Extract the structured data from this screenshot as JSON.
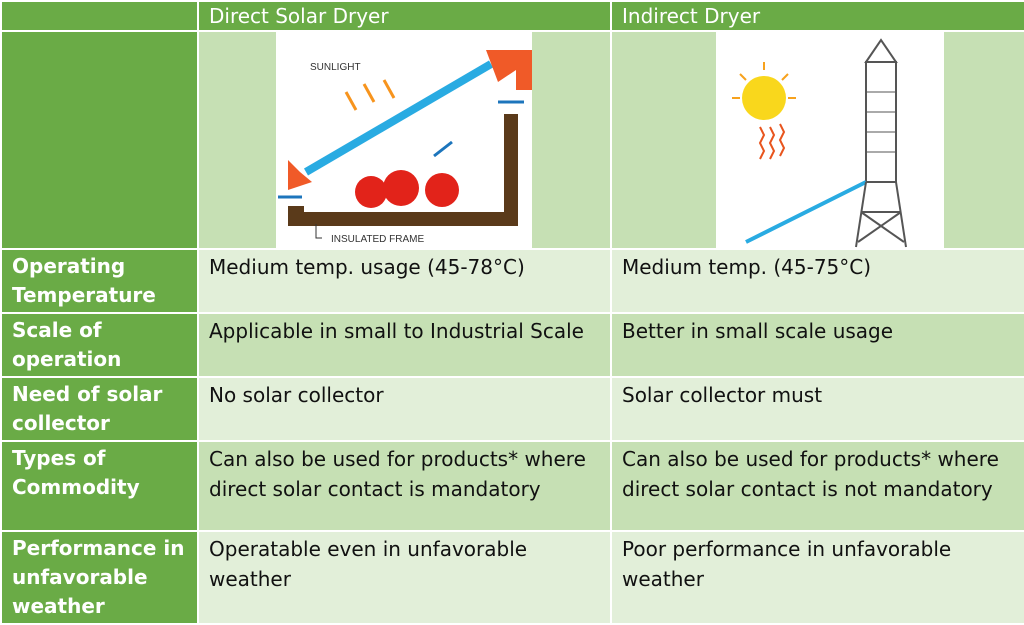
{
  "header": {
    "col1": "",
    "col2": "Direct Solar Dryer",
    "col3": "Indirect Dryer"
  },
  "images": {
    "direct": {
      "label_top": "SUNLIGHT",
      "label_bottom": "INSULATED FRAME"
    }
  },
  "rows": [
    {
      "label": "Operating Temperature",
      "direct": "Medium temp. usage (45-78°C)",
      "indirect": "Medium temp. (45-75°C)"
    },
    {
      "label": "Scale of operation",
      "direct": "Applicable in small to Industrial Scale",
      "indirect": "Better in small scale usage"
    },
    {
      "label": "Need of solar collector",
      "direct": "No solar collector",
      "indirect": "Solar collector must"
    },
    {
      "label": "Types of Commodity",
      "direct": "Can also be used for products* where direct solar contact is mandatory",
      "indirect": "Can also be used for products* where direct solar contact is not mandatory"
    },
    {
      "label": "Performance in unfavorable weather",
      "direct": "Operatable even in unfavorable weather",
      "indirect": "Poor performance in unfavorable weather"
    }
  ]
}
